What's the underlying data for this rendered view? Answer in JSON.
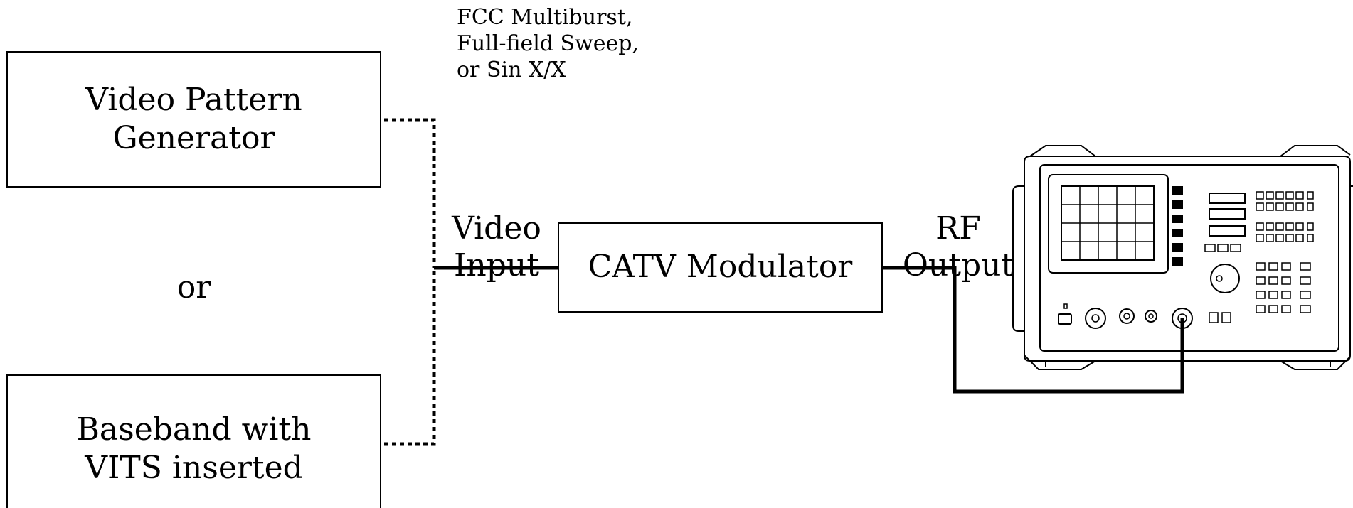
{
  "signals_note": {
    "line1": "FCC Multiburst,",
    "line2": "Full-field Sweep,",
    "line3": "or Sin X/X"
  },
  "generator_box": {
    "line1": "Video Pattern",
    "line2": "Generator"
  },
  "or_label": "or",
  "baseband_box": {
    "line1": "Baseband with",
    "line2": "VITS inserted"
  },
  "video_input_label": {
    "line1": "Video",
    "line2": "Input"
  },
  "modulator_box": {
    "label": "CATV Modulator"
  },
  "rf_output_label": {
    "line1": "RF",
    "line2": "Output"
  },
  "instrument": {
    "icon": "spectrum-analyzer-icon"
  }
}
